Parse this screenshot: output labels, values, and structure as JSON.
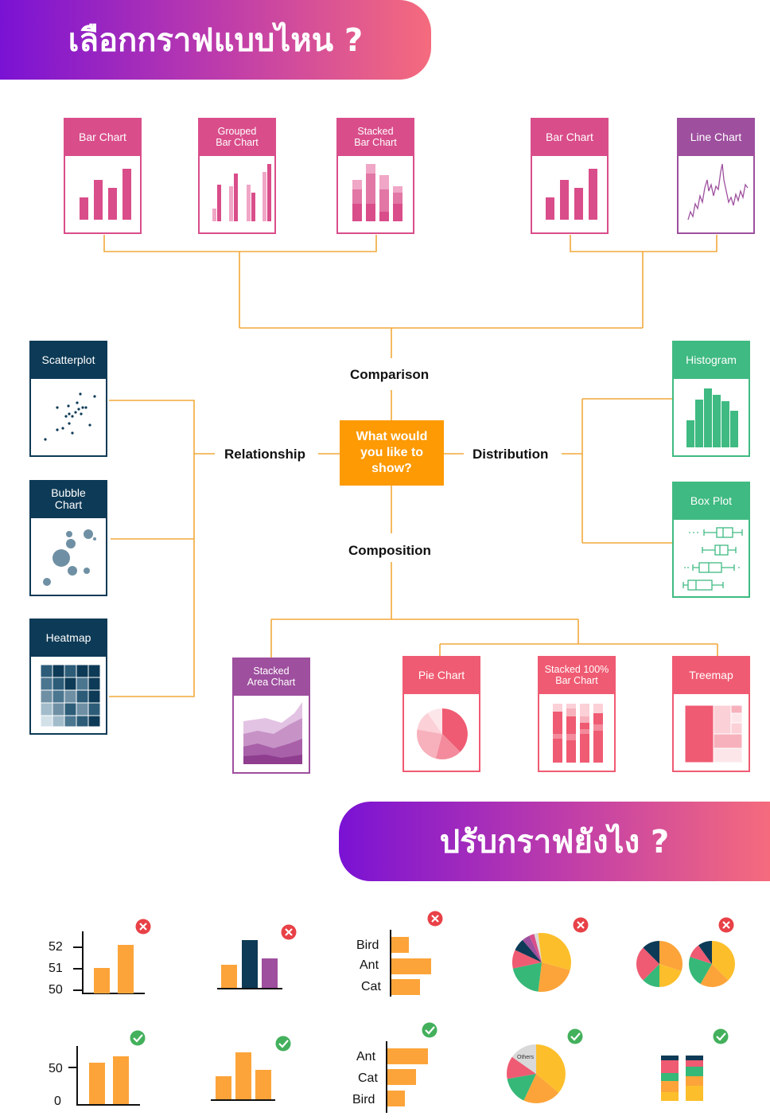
{
  "headings": {
    "choose": "เลือกกราฟแบบไหน ?",
    "adjust": "ปรับกราฟยังไง ?"
  },
  "center_question": "What would you like to show?",
  "categories": {
    "comparison": "Comparison",
    "relationship": "Relationship",
    "distribution": "Distribution",
    "composition": "Composition"
  },
  "cards": {
    "bar1": "Bar Chart",
    "grouped": "Grouped Bar Chart",
    "stacked": "Stacked Bar Chart",
    "bar2": "Bar Chart",
    "line": "Line Chart",
    "scatter": "Scatterplot",
    "bubble": "Bubble Chart",
    "heatmap": "Heatmap",
    "histogram": "Histogram",
    "boxplot": "Box Plot",
    "stacked_area": "Stacked Area Chart",
    "pie": "Pie Chart",
    "stacked100": "Stacked 100% Bar Chart",
    "treemap": "Treemap"
  },
  "colors": {
    "pink": "#d94d8a",
    "purple": "#9e4f9e",
    "navy": "#0d3a56",
    "green": "#3fba82",
    "coral": "#ef5b72",
    "orange": "#fd9a04",
    "connector": "#f2a93b",
    "bad": "#e84147",
    "good": "#43b05c"
  },
  "examples": {
    "bad_axis_ticks": [
      "52",
      "51",
      "50"
    ],
    "good_axis_ticks": [
      "50",
      "0"
    ],
    "bad_bar_labels": [
      "Bird",
      "Ant",
      "Cat"
    ],
    "good_bar_labels": [
      "Ant",
      "Cat",
      "Bird"
    ],
    "others_label": "Others"
  },
  "icons": {
    "bad": "cross-circle-icon",
    "good": "check-circle-icon"
  }
}
